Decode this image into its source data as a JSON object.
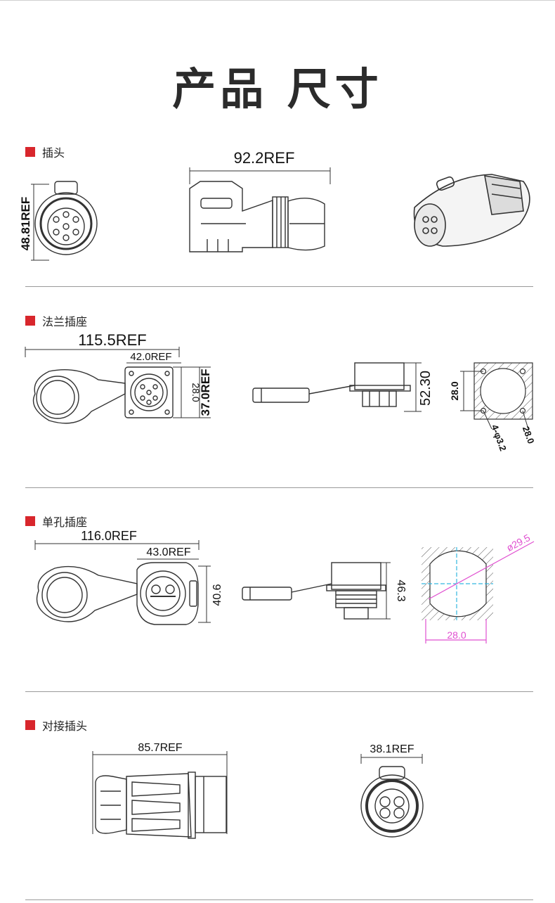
{
  "title": "产品 尺寸",
  "sections": [
    {
      "label": "插头",
      "dims": {
        "length": "92.2REF",
        "height": "48.81REF"
      }
    },
    {
      "label": "法兰插座",
      "dims": {
        "overall": "115.5REF",
        "flange": "42.0REF",
        "hole_v": "28.0",
        "height": "37.0REF",
        "depth": "52.30",
        "panel_h": "28.0",
        "holes": "4-φ3.2",
        "panel_w": "28.0"
      }
    },
    {
      "label": "单孔插座",
      "dims": {
        "overall": "116.0REF",
        "flange": "43.0REF",
        "height": "40.6",
        "depth": "46.3",
        "diameter": "ø29.5",
        "flat": "28.0"
      }
    },
    {
      "label": "对接插头",
      "dims": {
        "length": "85.7REF",
        "diameter": "38.1REF"
      }
    }
  ],
  "colors": {
    "accent": "#d8262c",
    "dimension": "#e04fd0",
    "centerline": "#33b7e0"
  }
}
